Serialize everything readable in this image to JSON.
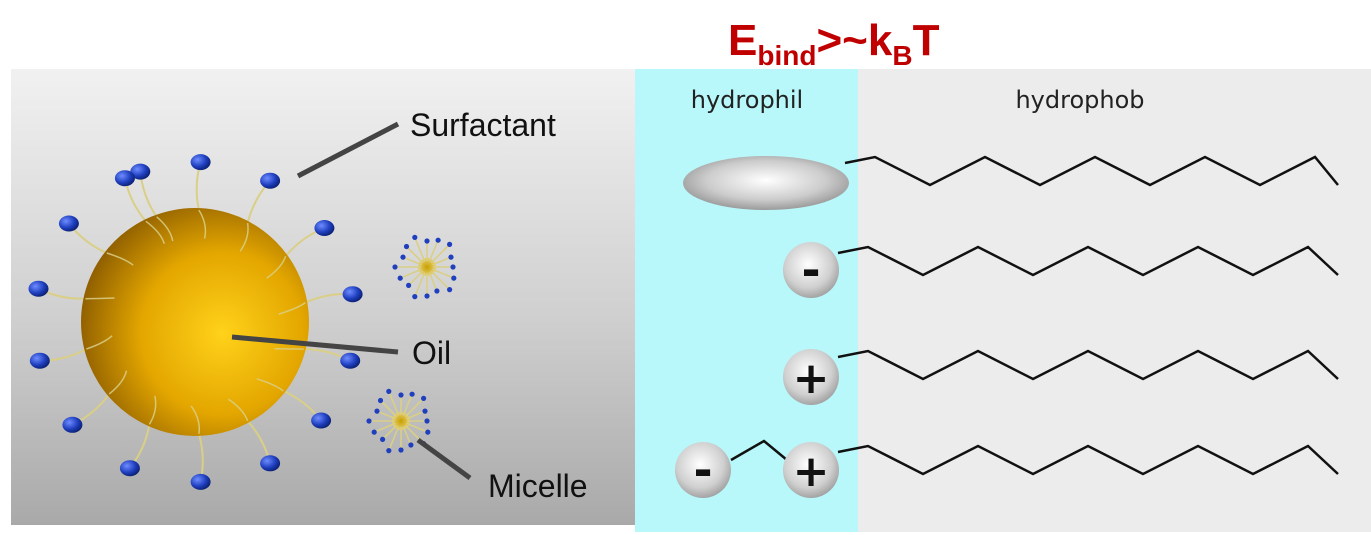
{
  "formula": {
    "base": "E",
    "sub": "bind",
    "relation": ">~k",
    "sub2": "B",
    "tail": "T",
    "color": "#c00000"
  },
  "emulsion": {
    "labels": {
      "surfactant": "Surfactant",
      "oil": "Oil",
      "micelle": "Micelle"
    },
    "colors": {
      "oil": "#e0a800",
      "head": "#1f3fbf",
      "tail": "#d9cf86"
    }
  },
  "amphiphile": {
    "zones": {
      "hydrophilic": "hydrophil",
      "hydrophobic": "hydrophob"
    },
    "colors": {
      "hydrophilic_bg": "#b8f7fa",
      "hydrophobic_bg": "#ececec",
      "chain": "#111111"
    },
    "molecules": [
      {
        "head": "nonionic",
        "head_label": ""
      },
      {
        "head": "anionic",
        "head_label": "-"
      },
      {
        "head": "cationic",
        "head_label": "+"
      },
      {
        "head": "zwitterionic",
        "head_label": "-",
        "head_label_2": "+"
      }
    ]
  }
}
